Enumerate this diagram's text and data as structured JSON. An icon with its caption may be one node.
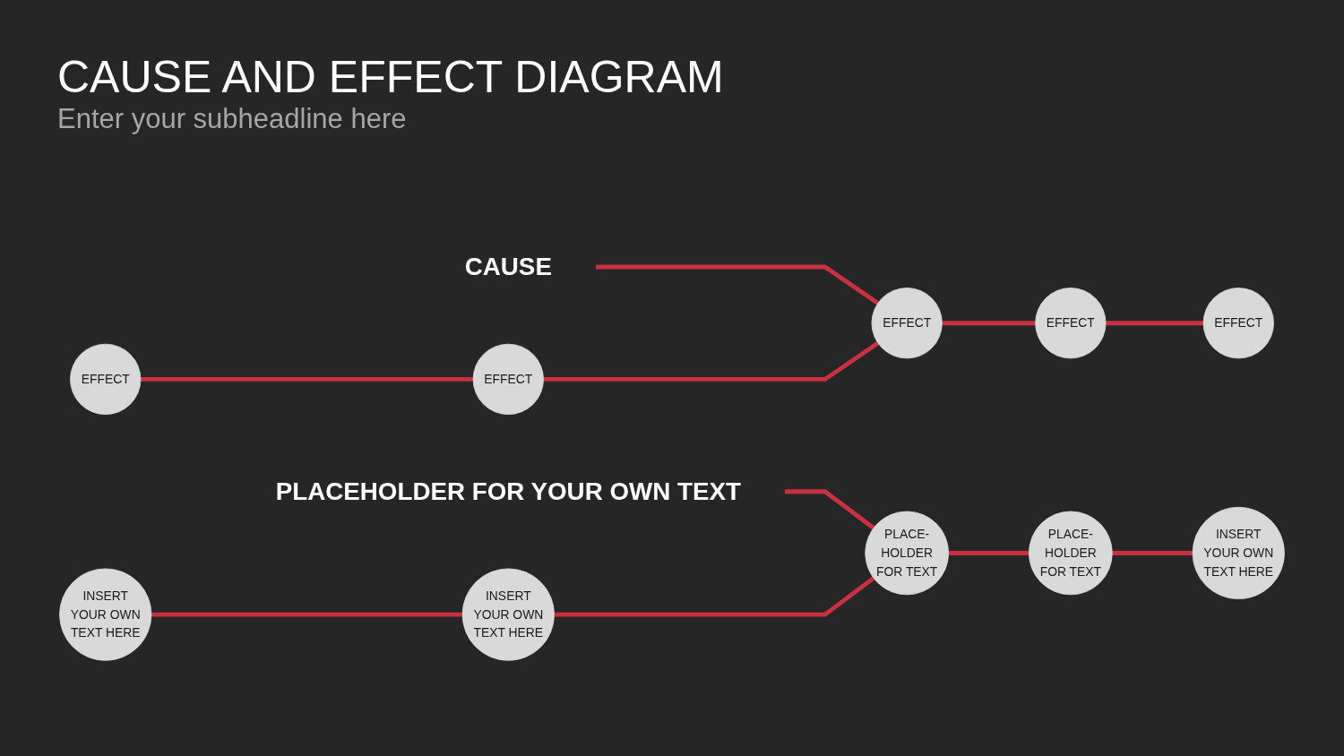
{
  "diagram": {
    "title": "CAUSE AND EFFECT DIAGRAM",
    "nodes": [
      {
        "text": [
          "CAUSE"
        ]
      },
      {
        "text": [
          "EFFECT"
        ]
      },
      {
        "text": [
          "EFFECT"
        ]
      },
      {
        "text": [
          "EFFECT"
        ]
      },
      {
        "text": [
          "EFFECT"
        ]
      },
      {
        "text": [
          "EFFECT"
        ]
      },
      {
        "text": [
          "PLACEHOLDER FOR YOUR OWN TEXT"
        ]
      },
      {
        "text": [
          "INSERT YOUR OWN TEXT HERE"
        ]
      },
      {
        "text": [
          "INSERT YOUR OWN TEXT HERE"
        ]
      },
      {
        "text": [
          "PLACE- HOLDER FOR TEXT"
        ]
      },
      {
        "text": [
          "PLACE- HOLDER FOR TEXT"
        ]
      },
      {
        "text": [
          "INSERT YOUR OWN TEXT HERE"
        ]
      }
    ],
    "edges": [
      {
        "from": 0,
        "to": 3,
        "arrow": "none"
      },
      {
        "from": 1,
        "to": 2,
        "arrow": "none"
      },
      {
        "from": 2,
        "to": 3,
        "arrow": "none"
      },
      {
        "from": 3,
        "to": 4,
        "arrow": "none"
      },
      {
        "from": 4,
        "to": 5,
        "arrow": "none"
      },
      {
        "from": 6,
        "to": 9,
        "arrow": "none"
      },
      {
        "from": 7,
        "to": 8,
        "arrow": "none"
      },
      {
        "from": 8,
        "to": 9,
        "arrow": "none"
      },
      {
        "from": 9,
        "to": 10,
        "arrow": "none"
      },
      {
        "from": 10,
        "to": 11,
        "arrow": "none"
      }
    ],
    "labels": [
      "Enter your subheadline here"
    ]
  }
}
